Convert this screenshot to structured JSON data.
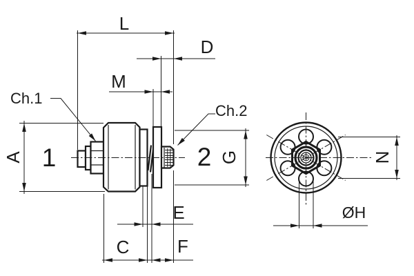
{
  "drawing": {
    "background": "#ffffff",
    "line_color": "#1a1a1a",
    "dimensions": {
      "L": "L",
      "D": "D",
      "M": "M",
      "E": "E",
      "C": "C",
      "F": "F",
      "A": "A",
      "G": "G",
      "N": "N",
      "H": "ØH"
    },
    "callouts": {
      "ch1": "Ch.1",
      "ch2": "Ch.2"
    },
    "views": {
      "side_view": {
        "port_left_label": "1",
        "port_right_label": "2"
      },
      "front_view": {
        "hole_count": 6
      }
    }
  }
}
